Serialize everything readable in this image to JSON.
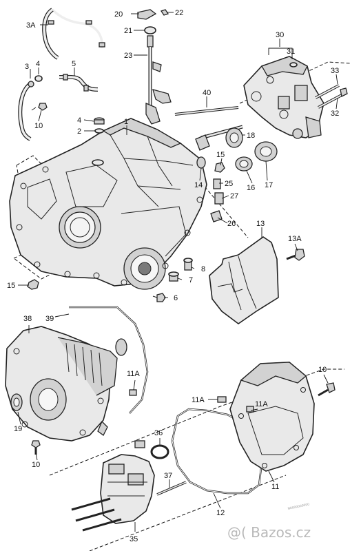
{
  "callouts": {
    "c1": "1",
    "c2": "2",
    "c3": "3",
    "c3A": "3A",
    "c4": "4",
    "c5": "5",
    "c6": "6",
    "c7": "7",
    "c8": "8",
    "c10": "10",
    "c11": "11",
    "c11A": "11A",
    "c12": "12",
    "c13": "13",
    "c13A": "13A",
    "c14": "14",
    "c15": "15",
    "c16": "16",
    "c17": "17",
    "c18": "18",
    "c19": "19",
    "c20": "20",
    "c21": "21",
    "c22": "22",
    "c23": "23",
    "c25": "25",
    "c26": "26",
    "c27": "27",
    "c30": "30",
    "c31": "31",
    "c32": "32",
    "c33": "33",
    "c35": "35",
    "c36": "36",
    "c37": "37",
    "c38": "38",
    "c39": "39",
    "c40": "40"
  },
  "stamp": "N0000000000",
  "watermark": "@( Bazos.cz"
}
